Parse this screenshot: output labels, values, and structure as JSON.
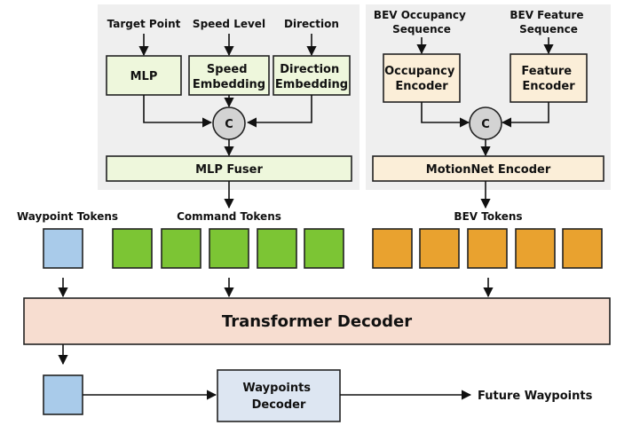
{
  "inputs": {
    "target_point": "Target Point",
    "speed_level": "Speed Level",
    "direction": "Direction",
    "bev_occupancy": [
      "BEV Occupancy",
      "Sequence"
    ],
    "bev_feature": [
      "BEV Feature",
      "Sequence"
    ]
  },
  "modules": {
    "mlp": "MLP",
    "speed_embedding": [
      "Speed",
      "Embedding"
    ],
    "direction_embedding": [
      "Direction",
      "Embedding"
    ],
    "occupancy_encoder": [
      "Occupancy",
      "Encoder"
    ],
    "feature_encoder": [
      "Feature",
      "Encoder"
    ],
    "concat_symbol": "C",
    "mlp_fuser": "MLP Fuser",
    "motionnet_encoder": "MotionNet Encoder",
    "transformer_decoder": "Transformer Decoder",
    "waypoints_decoder": [
      "Waypoints",
      "Decoder"
    ]
  },
  "tokens": {
    "waypoint_label": "Waypoint Tokens",
    "command_label": "Command Tokens",
    "bev_label": "BEV Tokens",
    "command_count": 5,
    "bev_count": 5
  },
  "output": {
    "label": "Future Waypoints"
  },
  "colors": {
    "panel_bg": "#efefef",
    "green_box": "#eef7dc",
    "beige_box": "#fbeed8",
    "waypoint_token": "#a9cbea",
    "command_token": "#7cc534",
    "bev_token": "#e9a22f",
    "transformer": "#f7ddd0",
    "waypoints_decoder": "#dde6f2",
    "concat_circle": "#d3d3d3"
  }
}
